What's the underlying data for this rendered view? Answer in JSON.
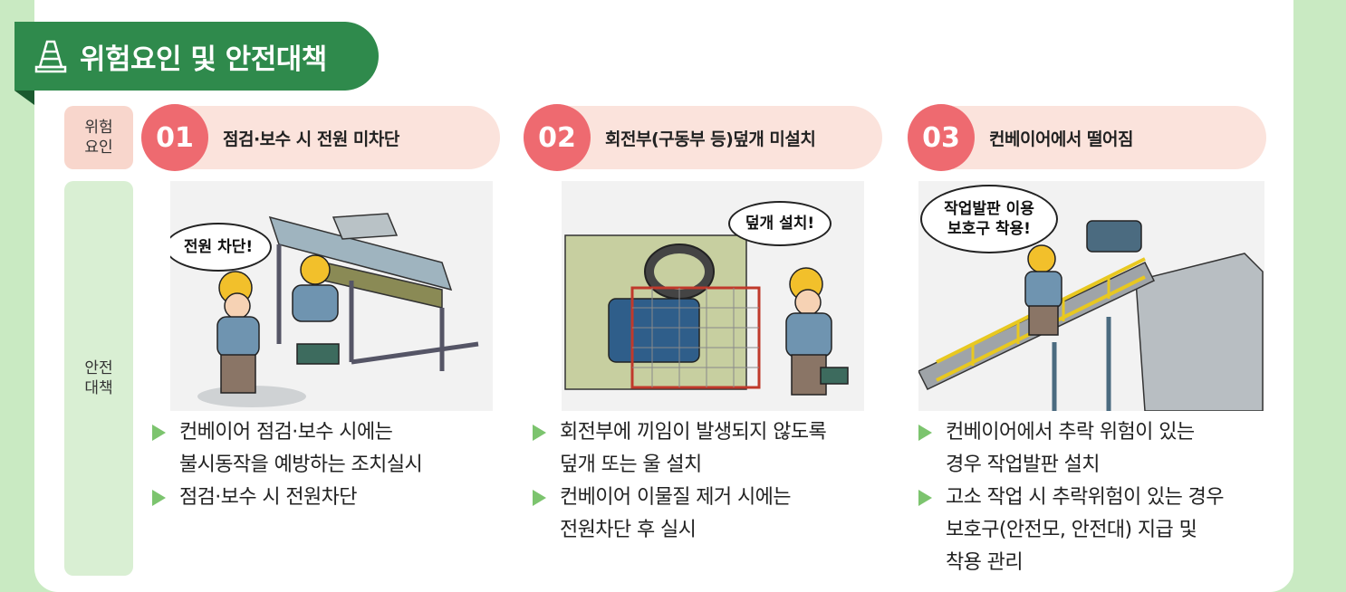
{
  "header": {
    "title": "위험요인 및 안전대책"
  },
  "sidebar": {
    "risk_label": "위험\n요인",
    "safety_label": "안전\n대책"
  },
  "risks": [
    {
      "number": "01",
      "label": "점검·보수 시 전원 미차단"
    },
    {
      "number": "02",
      "label": "회전부(구동부 등)덮개 미설치"
    },
    {
      "number": "03",
      "label": "컨베이어에서 떨어짐"
    }
  ],
  "illustrations": [
    {
      "bubble": "전원 차단!"
    },
    {
      "bubble": "덮개 설치!"
    },
    {
      "bubble": "작업발판 이용\n보호구 착용!"
    }
  ],
  "measures": [
    {
      "items": [
        {
          "lines": [
            "컨베이어 점검·보수 시에는",
            "불시동작을 예방하는 조치실시"
          ]
        },
        {
          "lines": [
            "점검·보수 시 전원차단"
          ]
        }
      ]
    },
    {
      "items": [
        {
          "lines": [
            "회전부에 끼임이 발생되지 않도록",
            "덮개 또는 울 설치"
          ]
        },
        {
          "lines": [
            "컨베이어 이물질 제거 시에는",
            "전원차단 후 실시"
          ]
        }
      ]
    },
    {
      "items": [
        {
          "lines": [
            "컨베이어에서 추락 위험이 있는",
            "경우 작업발판 설치"
          ]
        },
        {
          "lines": [
            "고소 작업 시 추락위험이 있는 경우",
            "보호구(안전모, 안전대) 지급 및",
            "착용 관리"
          ]
        }
      ]
    }
  ],
  "colors": {
    "brand_green": "#2f8a4c",
    "risk_red": "#ee6a70",
    "risk_bg": "#fbe3dc",
    "safety_bg": "#d9efd3",
    "arrow_green": "#7cc46e"
  }
}
